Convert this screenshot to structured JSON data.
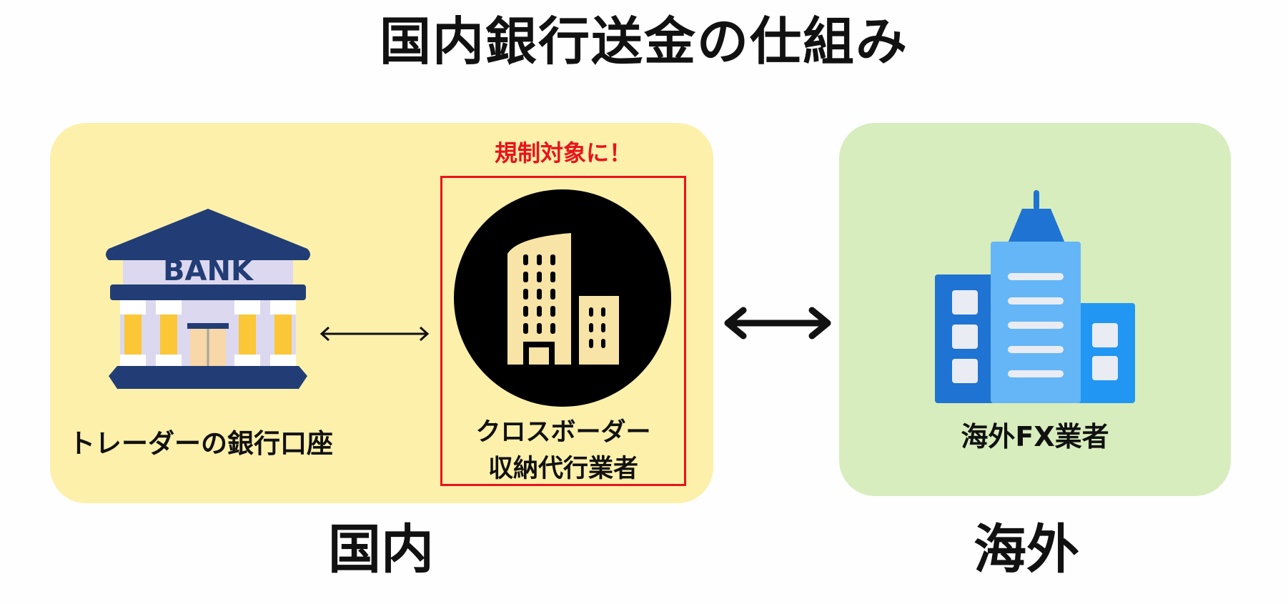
{
  "title": "国内銀行送金の仕組み",
  "domestic": {
    "region_label": "国内",
    "bank": {
      "sign": "BANK",
      "label": "トレーダーの銀行口座",
      "icon": "bank-building-icon"
    },
    "regulation_note": "規制対象に！",
    "agent": {
      "label_line1": "クロスボーダー",
      "label_line2": "収納代行業者",
      "icon": "office-buildings-circle-icon"
    }
  },
  "overseas": {
    "region_label": "海外",
    "broker": {
      "label": "海外FX業者",
      "icon": "skyscraper-buildings-icon"
    }
  },
  "colors": {
    "domestic_panel": "#fdf0ab",
    "overseas_panel": "#d7edbd",
    "regulation_red": "#e8141b",
    "bank_navy": "#223d75"
  }
}
